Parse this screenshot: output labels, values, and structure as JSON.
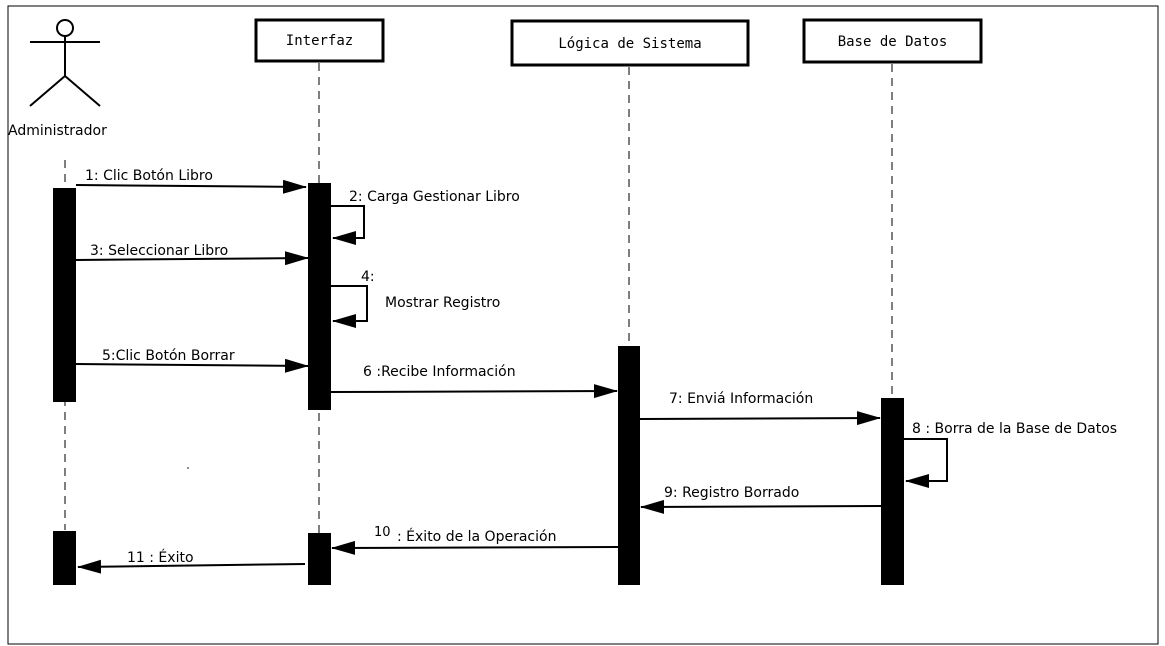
{
  "actor": {
    "name": "Administrador"
  },
  "lifelines": {
    "interfaz": "Interfaz",
    "logica": "Lógica de Sistema",
    "base": "Base de Datos"
  },
  "messages": {
    "m1": "1: Clic Botón  Libro",
    "m2": "2: Carga Gestionar  Libro",
    "m3": "3: Seleccionar Libro",
    "m4_num": "4:",
    "m4_text": "Mostrar Registro",
    "m5": "5:Clic Botón Borrar",
    "m6": "6 :Recibe Información",
    "m7": "7: Enviá Información",
    "m8": "8 : Borra de la Base de Datos",
    "m9": "9: Registro Borrado",
    "m10_num": "10",
    "m10_text": ": Éxito de la Operación",
    "m11": "11 : Éxito"
  }
}
